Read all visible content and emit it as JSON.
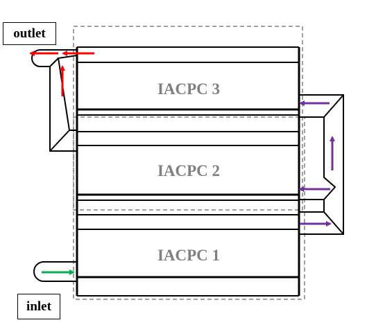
{
  "labels": {
    "outlet": "outlet",
    "inlet": "inlet"
  },
  "stages": [
    {
      "name": "IACPC 3"
    },
    {
      "name": "IACPC 2"
    },
    {
      "name": "IACPC 1"
    }
  ],
  "colors": {
    "outline": "#000000",
    "dashed_group": "#808080",
    "stage_text": "#808080",
    "outlet_flow": "#ff0000",
    "transfer_flow": "#7030a0",
    "inlet_flow": "#00b050"
  }
}
